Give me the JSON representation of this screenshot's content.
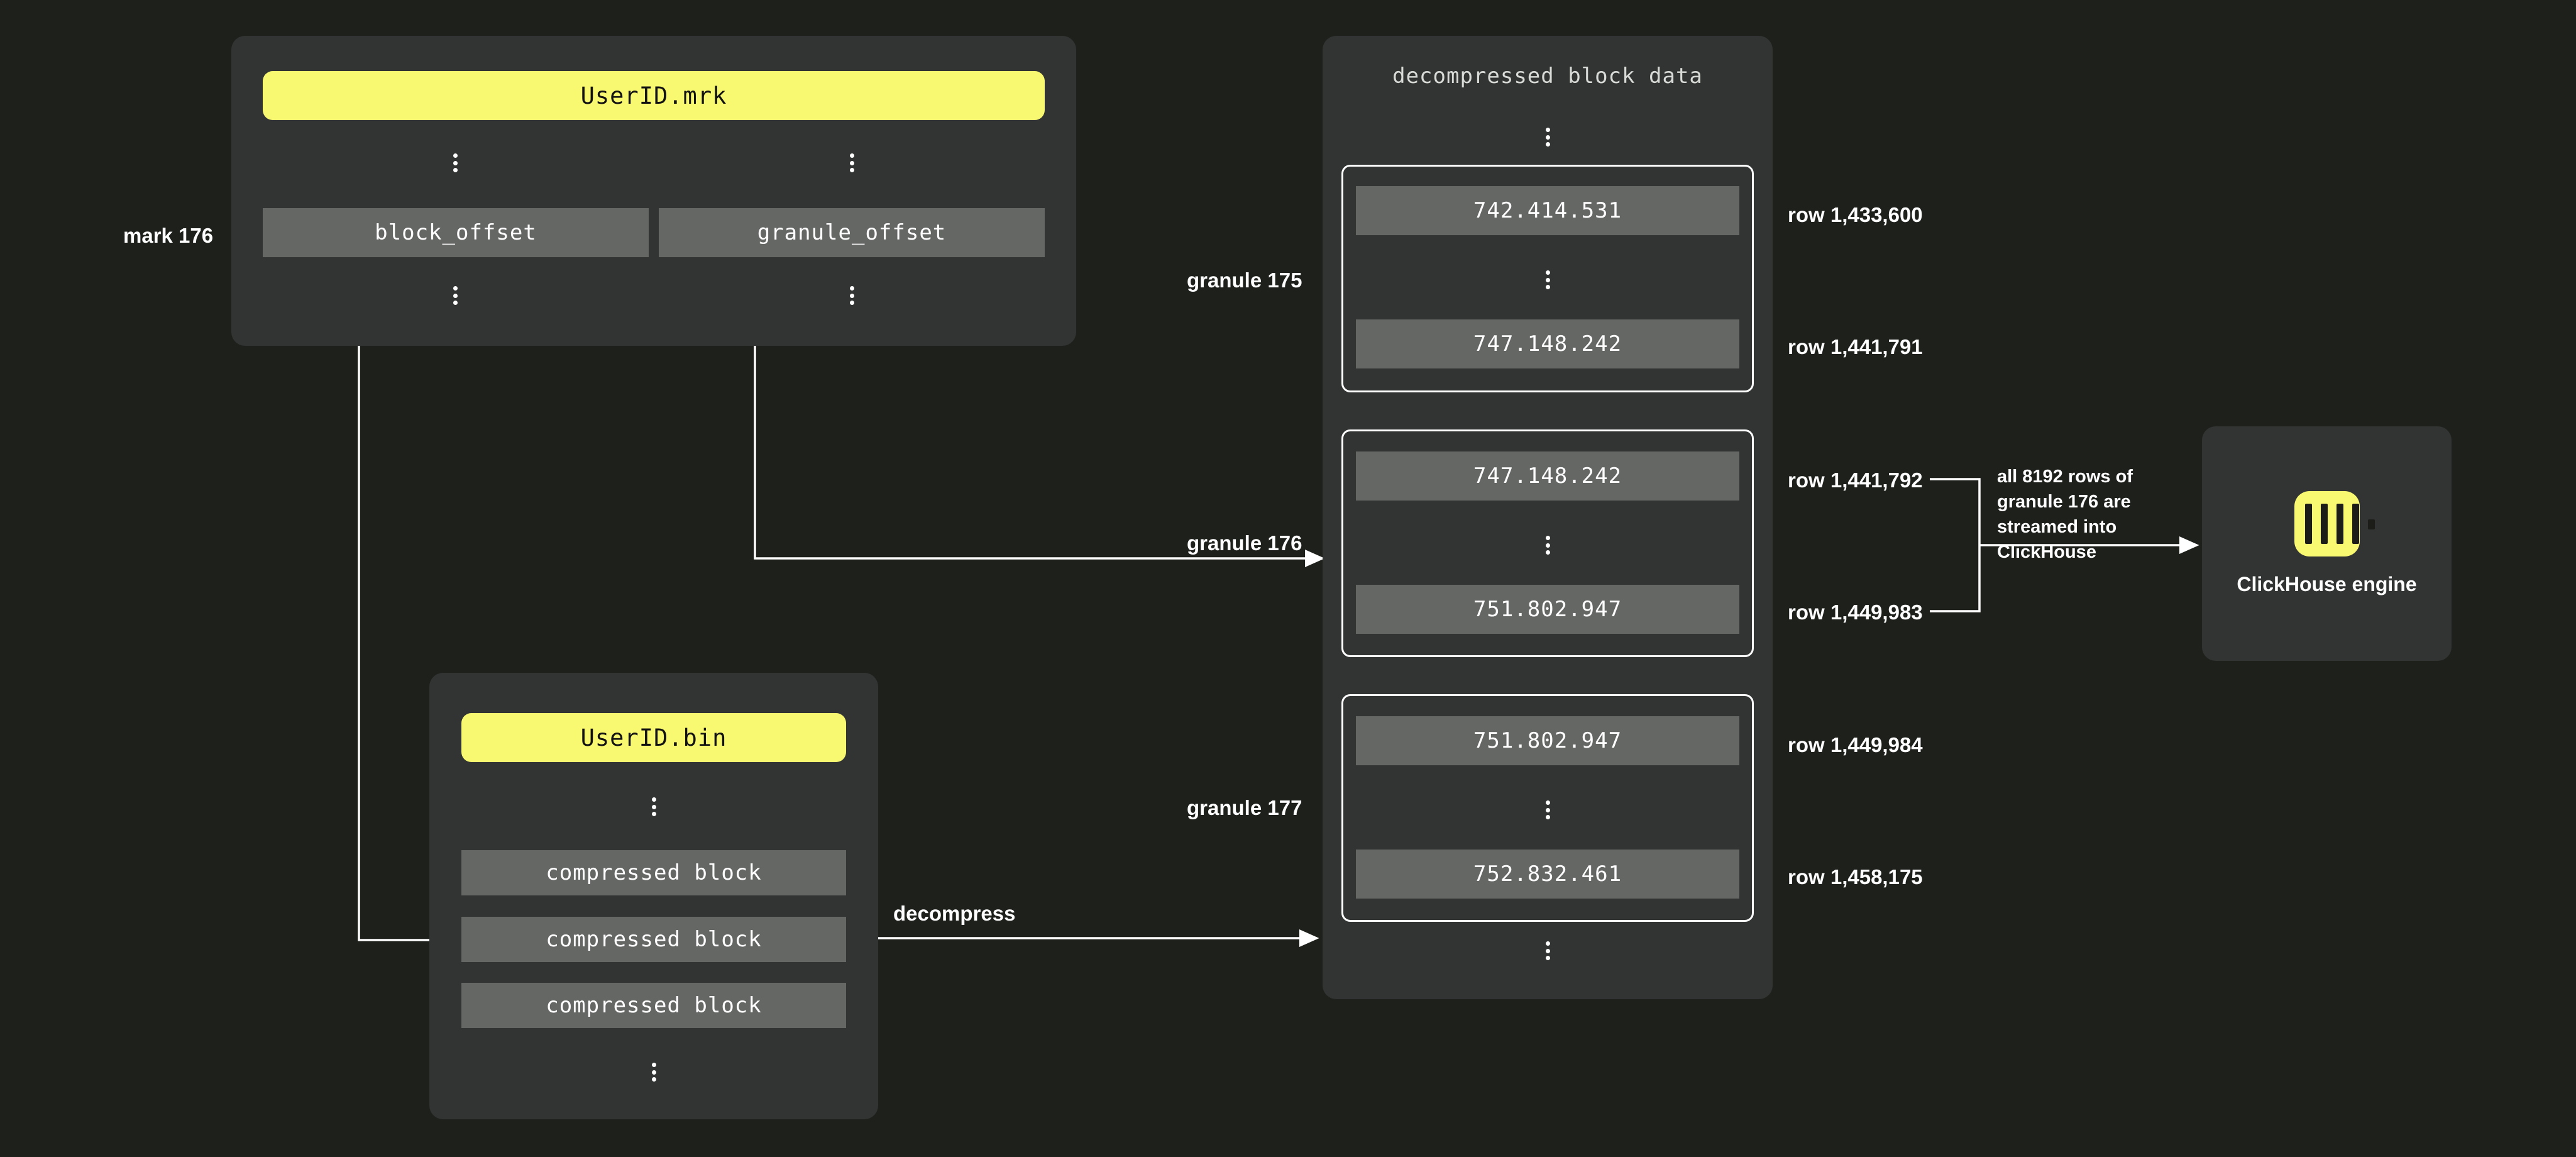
{
  "colors": {
    "background": "#1e201c",
    "panel": "#323433",
    "cell": "#656765",
    "accent_yellow": "#f9f871",
    "stroke_white": "#ffffff",
    "text_white": "#ffffff"
  },
  "mark_file_panel": {
    "file_label": "UserID.mrk",
    "mark_label": "mark 176",
    "columns": [
      {
        "name": "block_offset"
      },
      {
        "name": "granule_offset"
      }
    ],
    "ellipsis_above": "⋮",
    "ellipsis_below": "⋮"
  },
  "bin_file_panel": {
    "file_label": "UserID.bin",
    "ellipsis_above": "⋮",
    "ellipsis_below": "⋮",
    "blocks": [
      {
        "label": "compressed block",
        "highlighted": false
      },
      {
        "label": "compressed block",
        "highlighted": true
      },
      {
        "label": "compressed block",
        "highlighted": false
      }
    ]
  },
  "decompressed_panel": {
    "title": "decompressed block data",
    "ellipsis_top": "⋮",
    "ellipsis_bottom": "⋮",
    "granules": [
      {
        "name": "granule 175",
        "first_value": "742.414.531",
        "last_value": "747.148.242",
        "inner_ellipsis": "⋮",
        "first_row_label": "row 1,433,600",
        "last_row_label": "row 1,441,791"
      },
      {
        "name": "granule 176",
        "first_value": "747.148.242",
        "last_value": "751.802.947",
        "inner_ellipsis": "⋮",
        "first_row_label": "row 1,441,792",
        "last_row_label": "row 1,449,983"
      },
      {
        "name": "granule 177",
        "first_value": "751.802.947",
        "last_value": "752.832.461",
        "inner_ellipsis": "⋮",
        "first_row_label": "row 1,449,984",
        "last_row_label": "row 1,458,175"
      }
    ]
  },
  "edges": {
    "decompress_label": "decompress",
    "stream_note": "all 8192 rows of granule 176 are streamed into ClickHouse"
  },
  "engine": {
    "label": "ClickHouse engine",
    "logo_name": "clickhouse-logo"
  }
}
